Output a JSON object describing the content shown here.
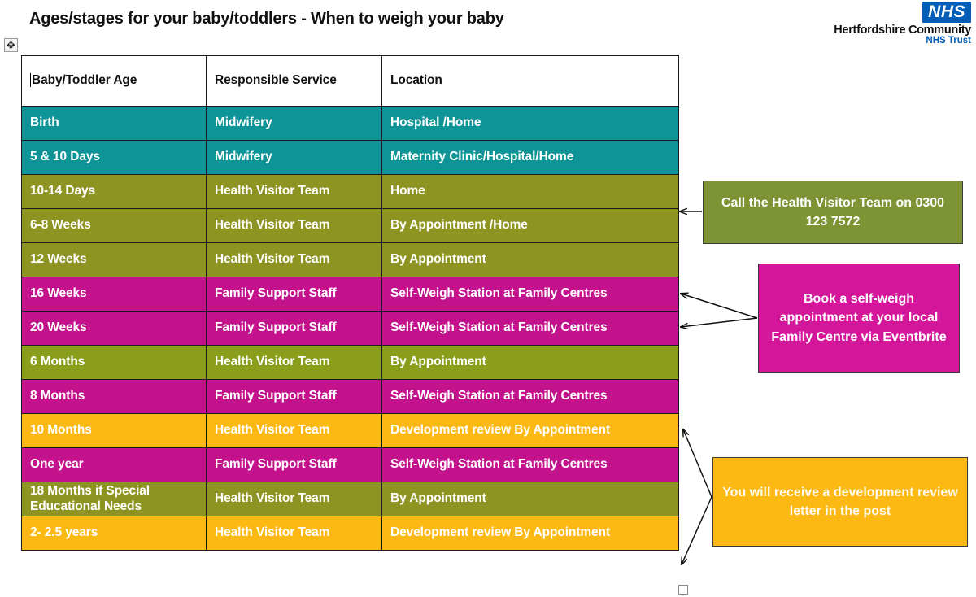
{
  "page_title": "Ages/stages for your baby/toddlers - When to weigh your baby",
  "logo": {
    "mark": "NHS",
    "org_line": "Hertfordshire Community",
    "org_sub": "NHS Trust",
    "brand_color": "#005EB8"
  },
  "handles": {
    "move_icon": "move-handle-icon",
    "move_glyph": "✥",
    "resize_icon": "resize-handle-icon"
  },
  "table": {
    "headers": [
      "Baby/Toddler Age",
      "Responsible Service",
      "Location"
    ],
    "rows": [
      {
        "age": "Birth",
        "service": "Midwifery",
        "location": "Hospital /Home",
        "color": "#0e9496",
        "tone": "teal"
      },
      {
        "age": "5 & 10 Days",
        "service": "Midwifery",
        "location": "Maternity Clinic/Hospital/Home",
        "color": "#0e9496",
        "tone": "teal"
      },
      {
        "age": "10-14 Days",
        "service": "Health Visitor Team",
        "location": "Home",
        "color": "#8e9422",
        "tone": "olive"
      },
      {
        "age": "6-8 Weeks",
        "service": "Health Visitor Team",
        "location": "By Appointment /Home",
        "color": "#8e9422",
        "tone": "olive"
      },
      {
        "age": "12 Weeks",
        "service": "Health Visitor Team",
        "location": "By Appointment",
        "color": "#8e9422",
        "tone": "olive"
      },
      {
        "age": "16 Weeks",
        "service": "Family Support Staff",
        "location": "Self-Weigh Station at Family Centres",
        "color": "#c4128c",
        "tone": "magenta"
      },
      {
        "age": "20 Weeks",
        "service": "Family Support Staff",
        "location": "Self-Weigh Station at Family Centres",
        "color": "#c4128c",
        "tone": "magenta"
      },
      {
        "age": "6 Months",
        "service": "Health Visitor Team",
        "location": "By Appointment",
        "color": "#8a9e1c",
        "tone": "green"
      },
      {
        "age": "8 Months",
        "service": "Family Support Staff",
        "location": "Self-Weigh Station at Family Centres",
        "color": "#c4128c",
        "tone": "magenta"
      },
      {
        "age": "10 Months",
        "service": "Health Visitor Team",
        "location": "Development review By Appointment",
        "color": "#fdb913",
        "tone": "amber"
      },
      {
        "age": "One year",
        "service": "Family Support Staff",
        "location": "Self-Weigh Station at Family Centres",
        "color": "#c4128c",
        "tone": "magenta"
      },
      {
        "age": "18 Months if Special Educational Needs",
        "service": "Health Visitor Team",
        "location": "By Appointment",
        "color": "#8e9422",
        "tone": "olive"
      },
      {
        "age": "2- 2.5 years",
        "service": "Health Visitor Team",
        "location": "Development review By Appointment",
        "color": "#fdb913",
        "tone": "amber"
      }
    ]
  },
  "callouts": [
    {
      "id": "health-visitor",
      "text": "Call the Health Visitor Team on 0300 123 7572",
      "line1": "Call the Health Visitor Team",
      "line2": "on 0300 123 7572",
      "phone": "0300 123 7572",
      "color": "#7d9334"
    },
    {
      "id": "self-weigh",
      "text": "Book a self-weigh appointment at your local Family Centre via Eventbrite",
      "color": "#d4179a"
    },
    {
      "id": "development-letter",
      "text": "You will receive a development review letter in the post",
      "color": "#fdb913"
    }
  ]
}
